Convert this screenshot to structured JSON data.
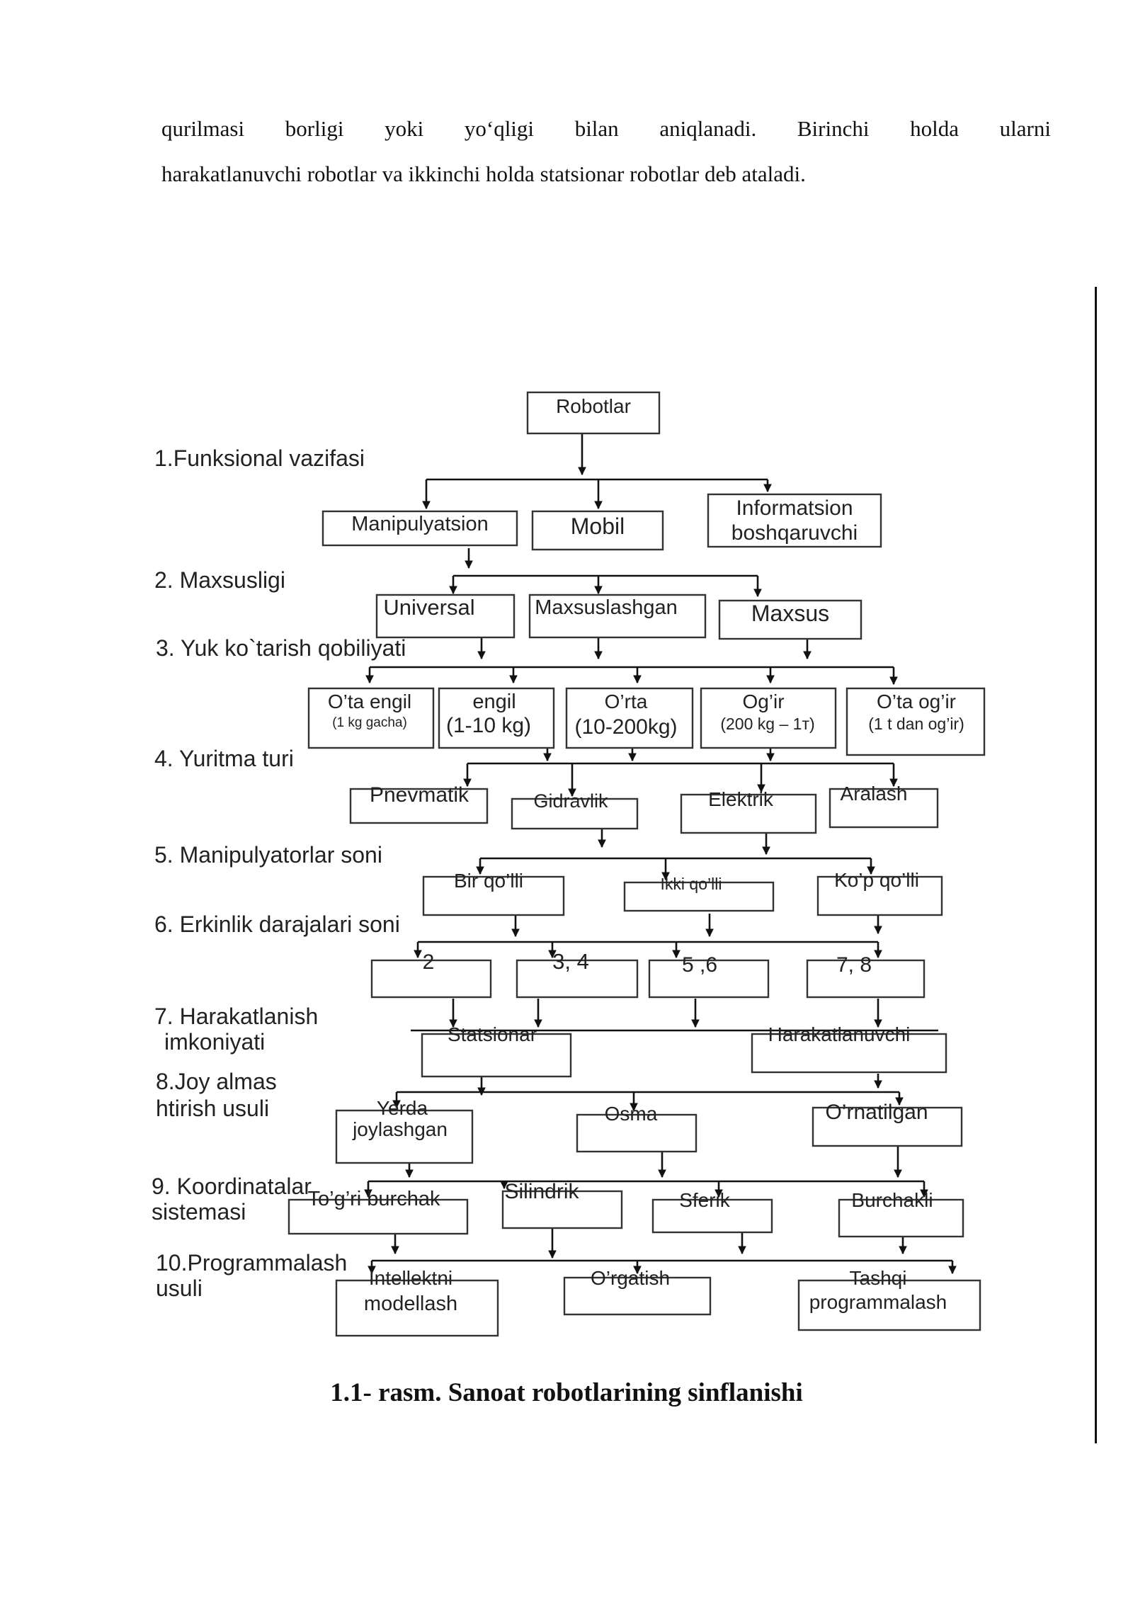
{
  "paragraph": {
    "line1": "qurilmasi borligi yoki yo‘qligi bilan aniqlanadi. Birinchi holda ularni",
    "line2": "harakatlanuvchi robotlar va ikkinchi holda statsionar robotlar deb ataladi."
  },
  "diagram": {
    "root": "Robotlar",
    "levels": {
      "l1": "1.Funksional   vazifasi",
      "l2": "2. Maxsusligi",
      "l3": "3. Yuk ko`tarish  qobiliyati",
      "l4": "4. Yuritma  turi",
      "l5": "5. Manipulyatorlar soni",
      "l6": "6. Erkinlik  darajalari soni",
      "l7a": "7. Harakatlanish",
      "l7b": "imkoniyati",
      "l8a": "8.Joy almas",
      "l8b": "htirish usuli",
      "l9a": "9. Koordinatalar",
      "l9b": "sistemasi",
      "l10a": "10.Programmalash",
      "l10b": "usuli"
    },
    "boxes": {
      "manipulyatsion": "Manipulyatsion",
      "mobil": "Mobil",
      "informatsion_1": "Informatsion",
      "informatsion_2": "boshqaruvchi",
      "universal": "Universal",
      "maxsuslashgan": "Maxsuslashgan",
      "maxsus": "Maxsus",
      "otaengil_1": "O’ta engil",
      "otaengil_2": "(1 kg gacha)",
      "engil_1": "engil",
      "engil_2": "(1-10 kg)",
      "orta_1": "O’rta",
      "orta_2": "(10-200kg)",
      "ogir_1": "Og’ir",
      "ogir_2": "(200 kg – 1т)",
      "otaogir_1": "O’ta og’ir",
      "otaogir_2": "(1 t dan og’ir)",
      "pnevmatik": "Pnevmatik",
      "gidravlik": "Gidravlik",
      "elektrik": "Elektrik",
      "aralash": "Aralash",
      "birqolli": "Bir qo’lli",
      "ikkiqolli": "Ikki qo’lli",
      "koqolli": "Ko’p qo’lli",
      "d2": "2",
      "d34": "3, 4",
      "d56": "5 ,6",
      "d78": "7, 8",
      "statsionar": "Statsionar",
      "harakatlanuvchi": "Harakatlanuvchi",
      "yerda_1": "Yerda",
      "yerda_2": "joylashgan",
      "osma": "Osma",
      "ornatilgan": "O’rnatilgan",
      "togri": "To’g’ri burchak",
      "silindrik": "Silindrik",
      "sferik": "Sferik",
      "burchakli": "Burchakli",
      "intel_1": "Intellektni",
      "intel_2": "modellash",
      "orgatish": "O’rgatish",
      "tashqi_1": "Tashqi",
      "tashqi_2": "programmalash"
    }
  },
  "caption": "1.1- rasm. Sanoat robotlarining sinflanishi"
}
